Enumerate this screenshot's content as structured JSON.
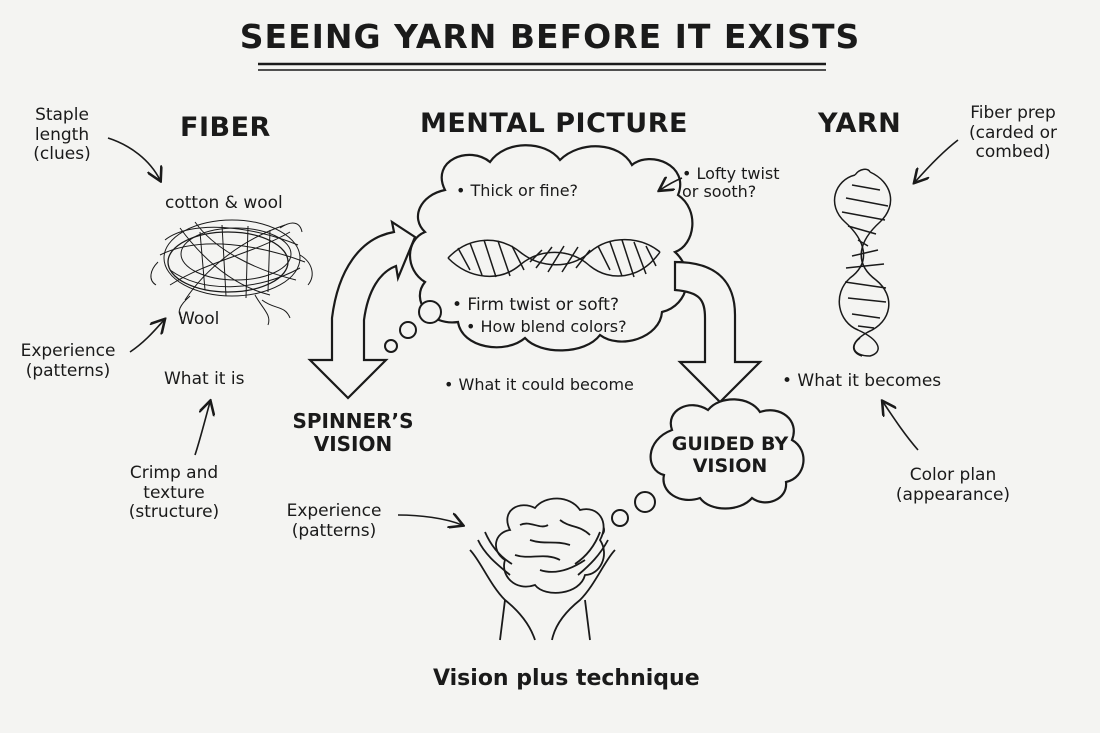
{
  "title": "SEEING YARN BEFORE IT EXISTS",
  "sections": {
    "fiber": "FIBER",
    "mental_picture": "MENTAL PICTURE",
    "yarn": "YARN"
  },
  "fiber": {
    "staple": [
      "Staple",
      "length",
      "(clues)"
    ],
    "cotton_wool": "cotton & wool",
    "wool": "Wool",
    "experience": [
      "Experience",
      "(patterns)"
    ],
    "what_it_is": "What it is",
    "crimp": [
      "Crimp and",
      "texture",
      "(structure)"
    ]
  },
  "mental": {
    "thick_fine": "• Thick or fine?",
    "lofty": [
      "• Lofty twist",
      "or sooth?"
    ],
    "firm_twist": "• Firm twist or soft?",
    "blend": "• How blend colors?",
    "could_become": "• What it could become"
  },
  "spinner": {
    "vision": [
      "SPINNER’S",
      "VISION"
    ],
    "experience": [
      "Experience",
      "(patterns)"
    ],
    "guided": [
      "GUIDED BY",
      "VISION"
    ],
    "footer": "Vision plus technique"
  },
  "yarn": {
    "fiber_prep": [
      "Fiber prep",
      "(carded or",
      "combed)"
    ],
    "becomes": "• What it becomes",
    "color_plan": [
      "Color plan",
      "(appearance)"
    ]
  }
}
